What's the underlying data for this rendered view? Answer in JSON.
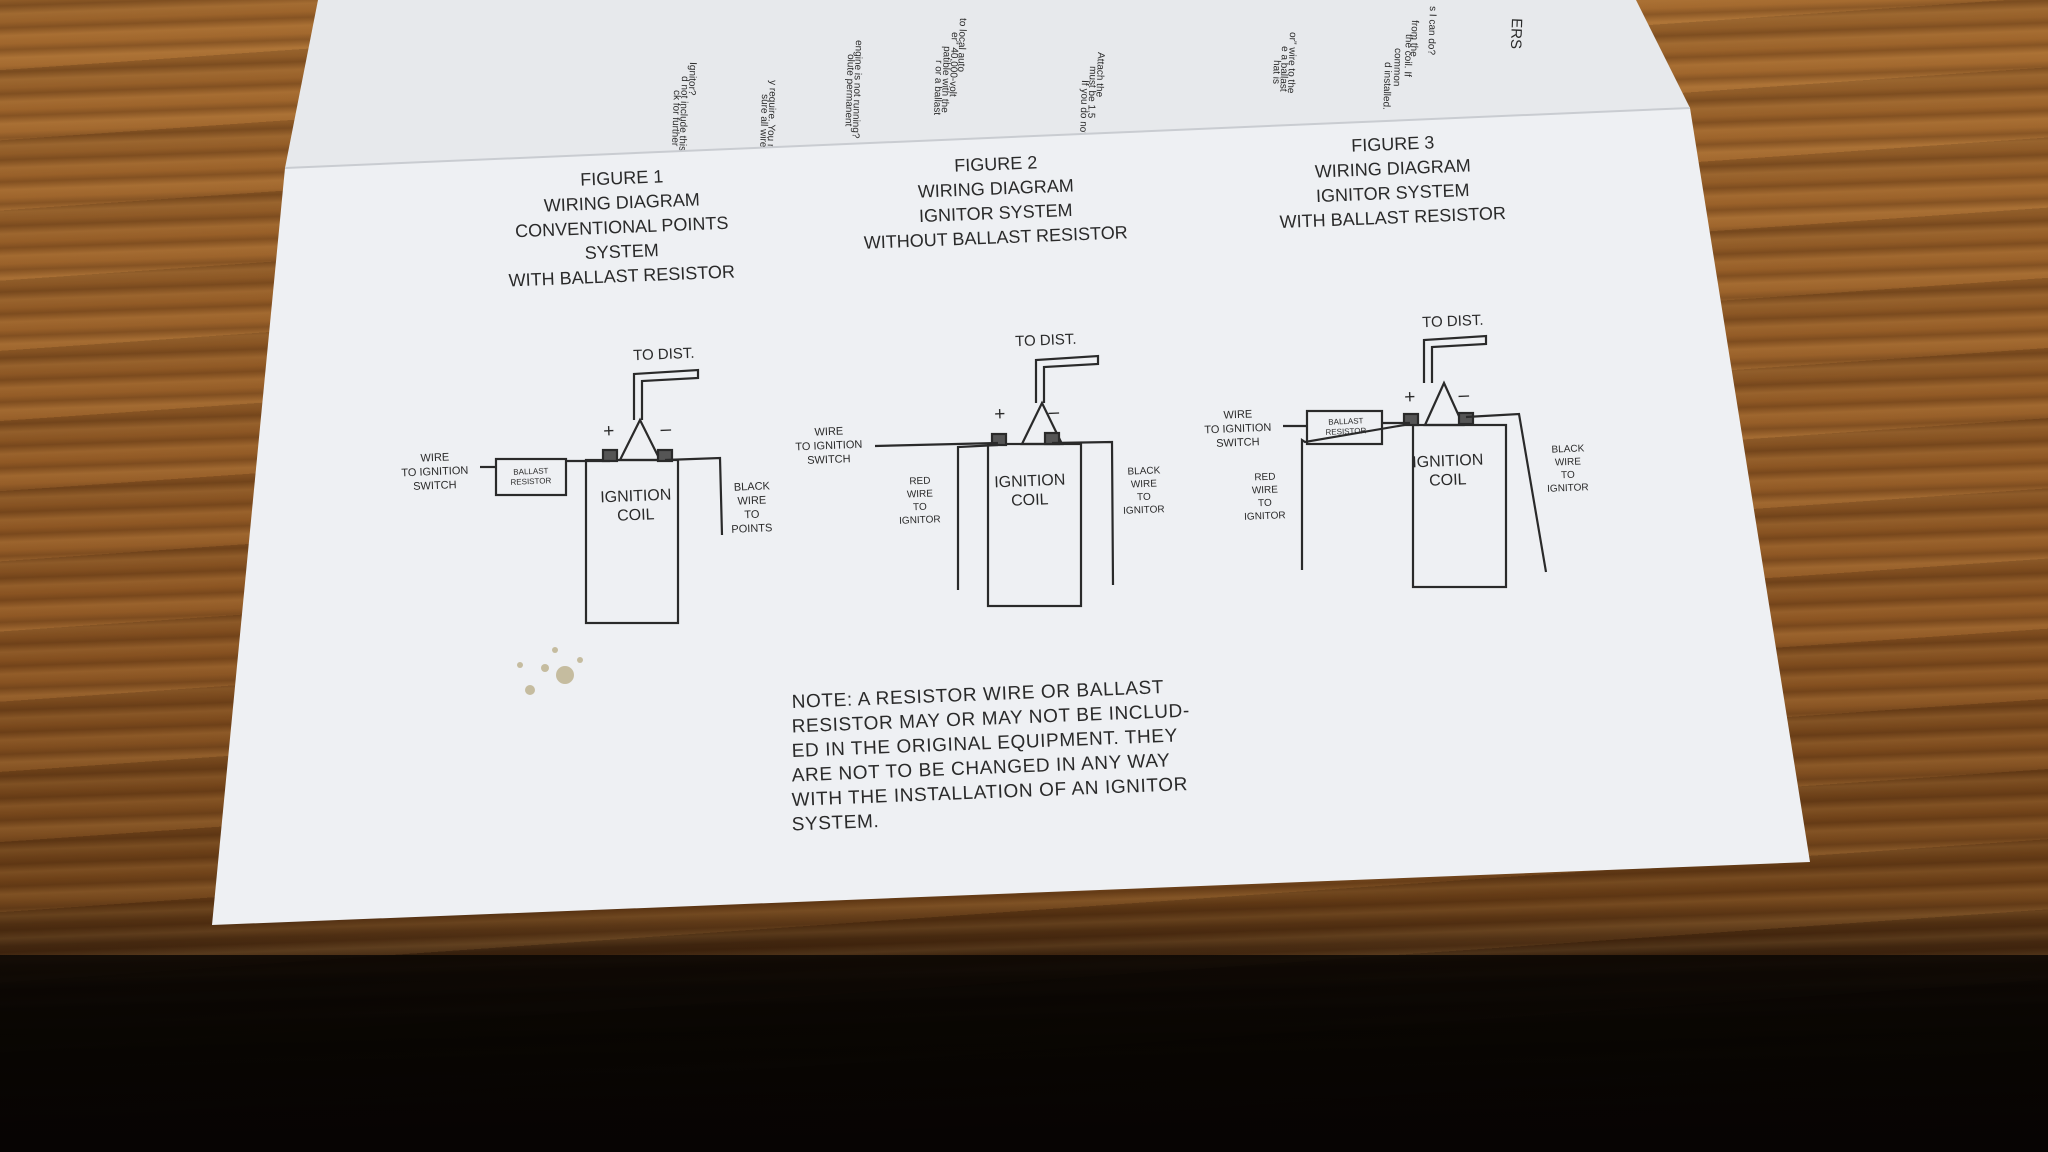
{
  "figures": [
    {
      "title_lines": [
        "FIGURE 1",
        "WIRING DIAGRAM",
        "CONVENTIONAL POINTS",
        "SYSTEM",
        "WITH BALLAST RESISTOR"
      ],
      "to_dist": "TO DIST.",
      "plus": "+",
      "minus": "–",
      "coil": [
        "IGNITION",
        "COIL"
      ],
      "ballast": [
        "BALLAST",
        "RESISTOR"
      ],
      "left_label": [
        "WIRE",
        "TO IGNITION",
        "SWITCH"
      ],
      "right_label": [
        "BLACK",
        "WIRE",
        "TO",
        "POINTS"
      ]
    },
    {
      "title_lines": [
        "FIGURE 2",
        "WIRING DIAGRAM",
        "IGNITOR SYSTEM",
        "WITHOUT BALLAST RESISTOR"
      ],
      "to_dist": "TO DIST.",
      "plus": "+",
      "minus": "–",
      "coil": [
        "IGNITION",
        "COIL"
      ],
      "left_label": [
        "WIRE",
        "TO IGNITION",
        "SWITCH"
      ],
      "red_label": [
        "RED",
        "WIRE",
        "TO",
        "IGNITOR"
      ],
      "right_label": [
        "BLACK",
        "WIRE",
        "TO",
        "IGNITOR"
      ]
    },
    {
      "title_lines": [
        "FIGURE 3",
        "WIRING DIAGRAM",
        "IGNITOR SYSTEM",
        "WITH BALLAST RESISTOR"
      ],
      "to_dist": "TO DIST.",
      "plus": "+",
      "minus": "–",
      "coil": [
        "IGNITION",
        "COIL"
      ],
      "ballast": [
        "BALLAST",
        "RESISTOR"
      ],
      "left_label": [
        "WIRE",
        "TO IGNITION",
        "SWITCH"
      ],
      "red_label": [
        "RED",
        "WIRE",
        "TO",
        "IGNITOR"
      ],
      "right_label": [
        "BLACK",
        "WIRE",
        "TO",
        "IGNITOR"
      ]
    }
  ],
  "note_lines": [
    "NOTE:   A RESISTOR WIRE OR BALLAST",
    "RESISTOR MAY OR MAY NOT BE INCLUD-",
    "ED IN THE ORIGINAL EQUIPMENT. THEY",
    "ARE NOT TO BE CHANGED IN ANY WAY",
    "WITH THE INSTALLATION OF AN IGNITOR",
    "SYSTEM."
  ],
  "top_sheet_fragments": [
    "ERS",
    "s I can do?",
    "from the",
    "the coil. If",
    "common",
    "d installed.",
    "or\" wire to the",
    "e a ballast",
    "hat is",
    "Attach the",
    "must be 1.5",
    "If you do not",
    "to local auto",
    "er\" 40,000-volt",
    "patible with the",
    "r or a ballast",
    "engine is not running?",
    "olute permanent",
    "y require. You may also",
    "sure all wire splices are",
    "Ignitor?",
    "d not include this insert",
    "ck for further"
  ],
  "colors": {
    "paper": "#eef0f3",
    "ink": "#2a2a2a",
    "wood": "#8a5321",
    "red_text": "#c0392b"
  }
}
